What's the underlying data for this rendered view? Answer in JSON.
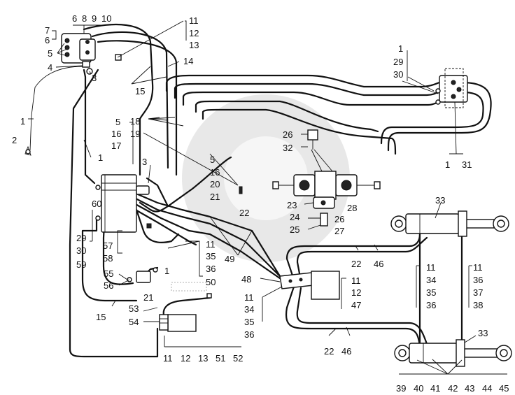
{
  "diagram": {
    "labels": [
      {
        "id": "L-6a",
        "text": "6"
      },
      {
        "id": "L-8",
        "text": "8"
      },
      {
        "id": "L-9",
        "text": "9"
      },
      {
        "id": "L-10",
        "text": "10"
      },
      {
        "id": "L-7",
        "text": "7"
      },
      {
        "id": "L-6b",
        "text": "6"
      },
      {
        "id": "L-5a",
        "text": "5"
      },
      {
        "id": "L-4",
        "text": "4"
      },
      {
        "id": "L-3a",
        "text": "3"
      },
      {
        "id": "L-11a",
        "text": "11"
      },
      {
        "id": "L-12a",
        "text": "12"
      },
      {
        "id": "L-13a",
        "text": "13"
      },
      {
        "id": "L-14",
        "text": "14"
      },
      {
        "id": "L-15a",
        "text": "15"
      },
      {
        "id": "L-1a",
        "text": "1"
      },
      {
        "id": "L-2",
        "text": "2"
      },
      {
        "id": "L-1b",
        "text": "1"
      },
      {
        "id": "L-5b",
        "text": "5"
      },
      {
        "id": "L-18",
        "text": "18"
      },
      {
        "id": "L-16a",
        "text": "16"
      },
      {
        "id": "L-19",
        "text": "19"
      },
      {
        "id": "L-17",
        "text": "17"
      },
      {
        "id": "L-3b",
        "text": "3"
      },
      {
        "id": "L-5c",
        "text": "5"
      },
      {
        "id": "L-16b",
        "text": "16"
      },
      {
        "id": "L-20",
        "text": "20"
      },
      {
        "id": "L-21a",
        "text": "21"
      },
      {
        "id": "L-22a",
        "text": "22"
      },
      {
        "id": "L-26a",
        "text": "26"
      },
      {
        "id": "L-32",
        "text": "32"
      },
      {
        "id": "L-23",
        "text": "23"
      },
      {
        "id": "L-28",
        "text": "28"
      },
      {
        "id": "L-24",
        "text": "24"
      },
      {
        "id": "L-26b",
        "text": "26"
      },
      {
        "id": "L-25",
        "text": "25"
      },
      {
        "id": "L-27",
        "text": "27"
      },
      {
        "id": "L-1c",
        "text": "1"
      },
      {
        "id": "L-29a",
        "text": "29"
      },
      {
        "id": "L-30a",
        "text": "30"
      },
      {
        "id": "L-1d",
        "text": "1"
      },
      {
        "id": "L-31",
        "text": "31"
      },
      {
        "id": "L-60",
        "text": "60"
      },
      {
        "id": "L-29b",
        "text": "29"
      },
      {
        "id": "L-30b",
        "text": "30"
      },
      {
        "id": "L-59",
        "text": "59"
      },
      {
        "id": "L-57",
        "text": "57"
      },
      {
        "id": "L-58",
        "text": "58"
      },
      {
        "id": "L-11b",
        "text": "11"
      },
      {
        "id": "L-35a",
        "text": "35"
      },
      {
        "id": "L-36a",
        "text": "36"
      },
      {
        "id": "L-50",
        "text": "50"
      },
      {
        "id": "L-49",
        "text": "49"
      },
      {
        "id": "L-55",
        "text": "55"
      },
      {
        "id": "L-56",
        "text": "56"
      },
      {
        "id": "L-21b",
        "text": "21"
      },
      {
        "id": "L-1e",
        "text": "1"
      },
      {
        "id": "L-15b",
        "text": "15"
      },
      {
        "id": "L-53",
        "text": "53"
      },
      {
        "id": "L-54",
        "text": "54"
      },
      {
        "id": "L-11c",
        "text": "11"
      },
      {
        "id": "L-12c",
        "text": "12"
      },
      {
        "id": "L-13c",
        "text": "13"
      },
      {
        "id": "L-51",
        "text": "51"
      },
      {
        "id": "L-52",
        "text": "52"
      },
      {
        "id": "L-48",
        "text": "48"
      },
      {
        "id": "L-11d",
        "text": "11"
      },
      {
        "id": "L-12d",
        "text": "12"
      },
      {
        "id": "L-47",
        "text": "47"
      },
      {
        "id": "L-11e",
        "text": "11"
      },
      {
        "id": "L-34a",
        "text": "34"
      },
      {
        "id": "L-35b",
        "text": "35"
      },
      {
        "id": "L-36b",
        "text": "36"
      },
      {
        "id": "L-22b",
        "text": "22"
      },
      {
        "id": "L-46a",
        "text": "46"
      },
      {
        "id": "L-22c",
        "text": "22"
      },
      {
        "id": "L-46b",
        "text": "46"
      },
      {
        "id": "L-33a",
        "text": "33"
      },
      {
        "id": "L-11f",
        "text": "11"
      },
      {
        "id": "L-34b",
        "text": "34"
      },
      {
        "id": "L-35c",
        "text": "35"
      },
      {
        "id": "L-36c",
        "text": "36"
      },
      {
        "id": "L-11g",
        "text": "11"
      },
      {
        "id": "L-36d",
        "text": "36"
      },
      {
        "id": "L-37",
        "text": "37"
      },
      {
        "id": "L-38",
        "text": "38"
      },
      {
        "id": "L-33b",
        "text": "33"
      },
      {
        "id": "L-39",
        "text": "39"
      },
      {
        "id": "L-40",
        "text": "40"
      },
      {
        "id": "L-41",
        "text": "41"
      },
      {
        "id": "L-42",
        "text": "42"
      },
      {
        "id": "L-43",
        "text": "43"
      },
      {
        "id": "L-44",
        "text": "44"
      },
      {
        "id": "L-45",
        "text": "45"
      }
    ]
  }
}
